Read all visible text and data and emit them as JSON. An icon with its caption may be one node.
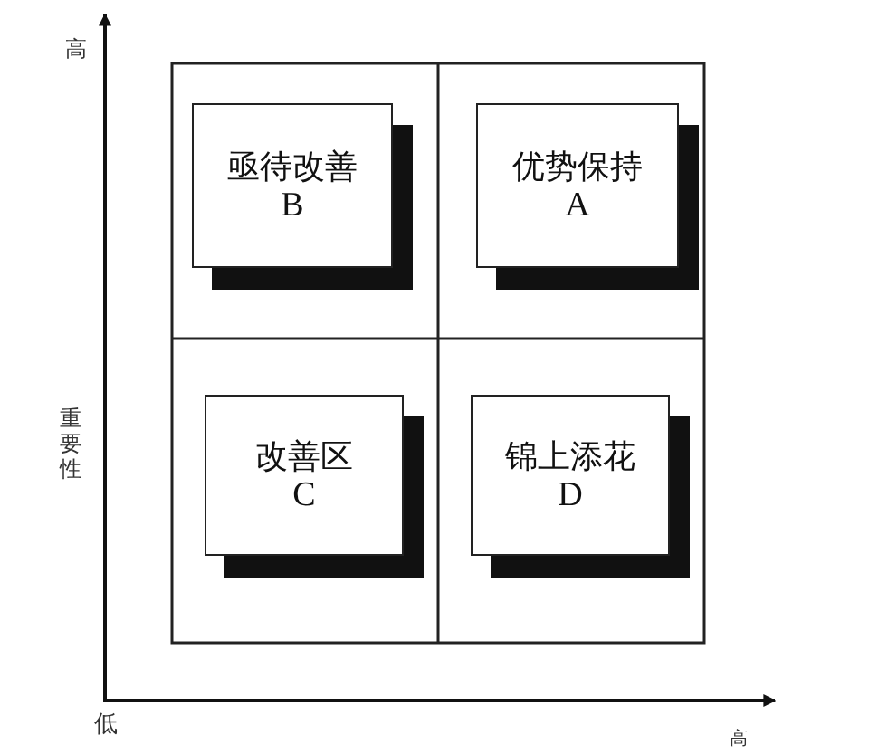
{
  "diagram": {
    "nodes": [
      {
        "text": [
          "亟待改善",
          "B"
        ]
      },
      {
        "text": [
          "优势保持",
          "A"
        ]
      },
      {
        "text": [
          "改善区",
          "C"
        ]
      },
      {
        "text": [
          "锦上添花",
          "D"
        ]
      }
    ],
    "labels": [
      "高",
      "重要性",
      "低",
      "高"
    ]
  }
}
